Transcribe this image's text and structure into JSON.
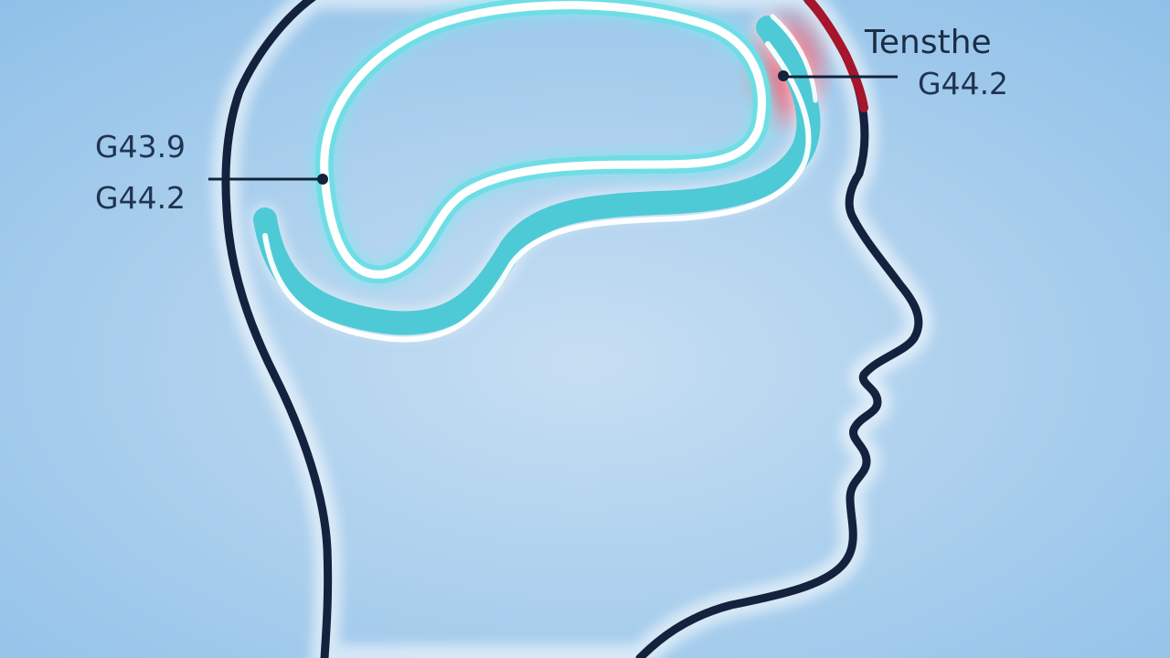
{
  "colors": {
    "background_center": "#c3ddf1",
    "background_edge": "#8ec0e8",
    "head_outline": "#13233d",
    "head_glow": "#ffffff",
    "brain_tube": "#58d3dc",
    "brain_core": "#ffffff",
    "hotspot": "#e03a4c",
    "hotspot_dark": "#a5152b",
    "label_text": "#1f3450",
    "leader_line": "#13233d"
  },
  "icons": {
    "head": "head-profile-icon",
    "brain": "brain-band-icon",
    "hotspot": "pain-hotspot-icon"
  },
  "labels": {
    "left": {
      "line1": "G43.9",
      "line2": "G44.2"
    },
    "right": {
      "line1": "Tensthe",
      "line2": "G44.2"
    }
  }
}
